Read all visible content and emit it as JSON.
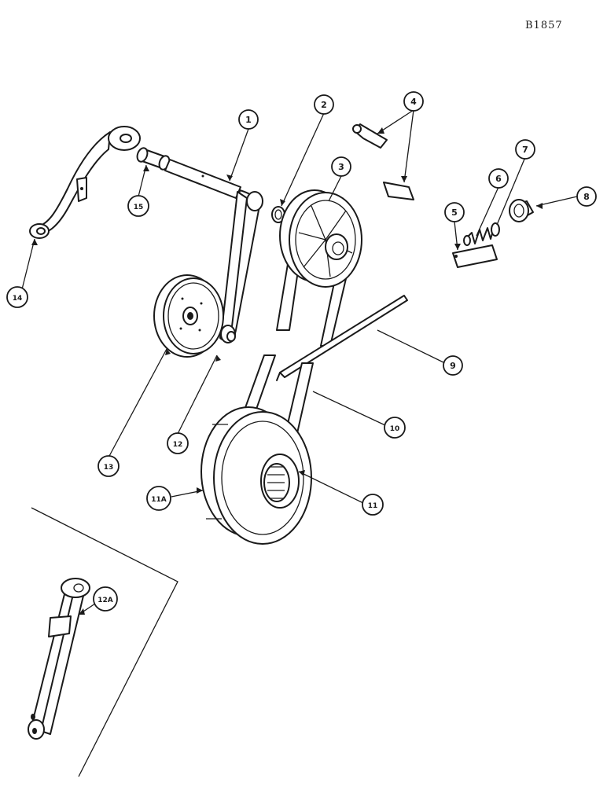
{
  "diagram": {
    "ref_code": "B1857",
    "callouts": [
      {
        "id": "c1",
        "label": "1"
      },
      {
        "id": "c2",
        "label": "2"
      },
      {
        "id": "c3",
        "label": "3"
      },
      {
        "id": "c4",
        "label": "4"
      },
      {
        "id": "c5",
        "label": "5"
      },
      {
        "id": "c6",
        "label": "6"
      },
      {
        "id": "c7",
        "label": "7"
      },
      {
        "id": "c8",
        "label": "8"
      },
      {
        "id": "c9",
        "label": "9"
      },
      {
        "id": "c10",
        "label": "10"
      },
      {
        "id": "c11",
        "label": "11"
      },
      {
        "id": "c11a",
        "label": "11A"
      },
      {
        "id": "c12",
        "label": "12"
      },
      {
        "id": "c12a",
        "label": "12A"
      },
      {
        "id": "c13",
        "label": "13"
      },
      {
        "id": "c14",
        "label": "14"
      },
      {
        "id": "c15",
        "label": "15"
      }
    ]
  }
}
